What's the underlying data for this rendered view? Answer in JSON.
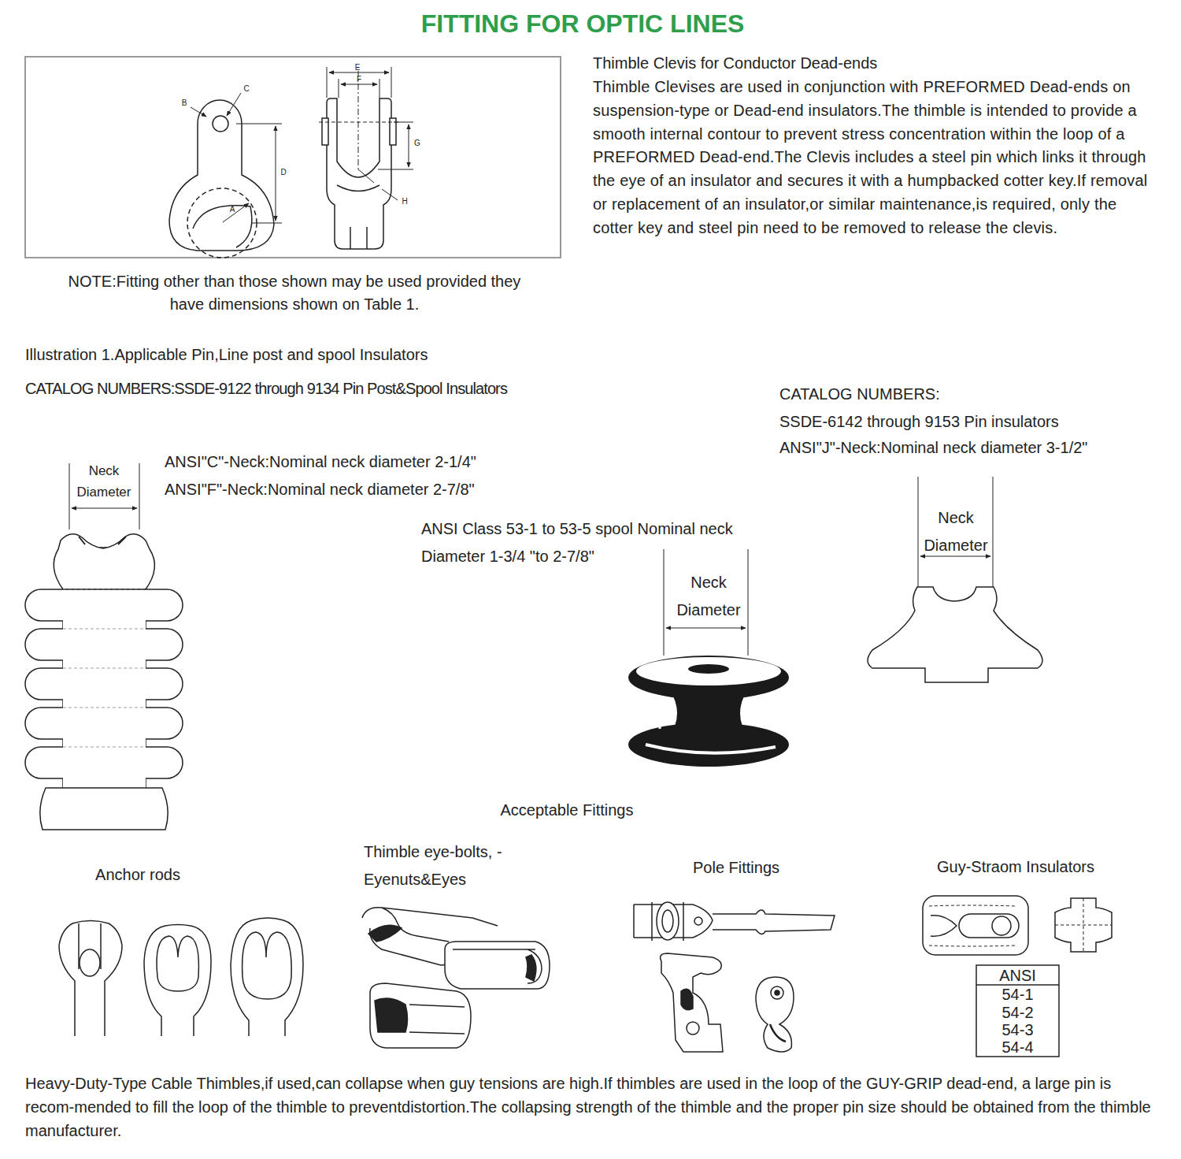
{
  "diagram": {
    "title": "FITTING FOR OPTIC LINES",
    "labels": [
      "E",
      "F",
      "C",
      "B",
      "G",
      "D",
      "A",
      "H",
      "Thimble Clevis for Conductor Dead-ends",
      "Thimble Clevises are used in conjunction with PREFORMED Dead-ends on suspension-type or Dead-end insulators.The thimble is intended to provide a smooth internal contour to prevent stress concentration within the loop of a PREFORMED Dead-end.The Clevis includes a steel pin which links it through the eye of an insulator and secures it with a humpbacked cotter key.If removal or replacement of an insulator,or similar maintenance,is required, only the cotter key and steel pin need to be removed to release the clevis.",
      "NOTE:Fitting other than those shown may be used provided they have dimensions shown on Table 1.",
      "Illustration 1.Applicable Pin,Line post and spool Insulators",
      "CATALOG NUMBERS:SSDE-9122 through 9134 Pin Post&Spool Insulators",
      "CATALOG NUMBERS:",
      "SSDE-6142 through 9153 Pin insulators",
      "ANSI\"J\"-Neck:Nominal neck diameter 3-1/2\"",
      "Neck Diameter",
      "ANSI\"C\"-Neck:Nominal neck diameter 2-1/4\"",
      "ANSI\"F\"-Neck:Nominal neck diameter 2-7/8\"",
      "ANSI Class 53-1 to 53-5 spool Nominal neck Diameter 1-3/4 \"to 2-7/8\"",
      "Neck Diameter",
      "Neck Diameter",
      "Acceptable Fittings",
      "Anchor rods",
      "Thimble eye-bolts, -Eyenuts&Eyes",
      "Pole Fittings",
      "Guy-Straom Insulators",
      "ANSI",
      "54-1",
      "54-2",
      "54-3",
      "54-4",
      "Heavy-Duty-Type Cable Thimbles,if used,can collapse when guy tensions are high.If thimbles are used in the loop of  the GUY-GRIP dead-end, a large pin is recom-mended to fill the loop of the thimble to preventdistortion.The collapsing strength of the thimble and the proper pin size should be obtained from the thimble manufacturer."
    ]
  }
}
